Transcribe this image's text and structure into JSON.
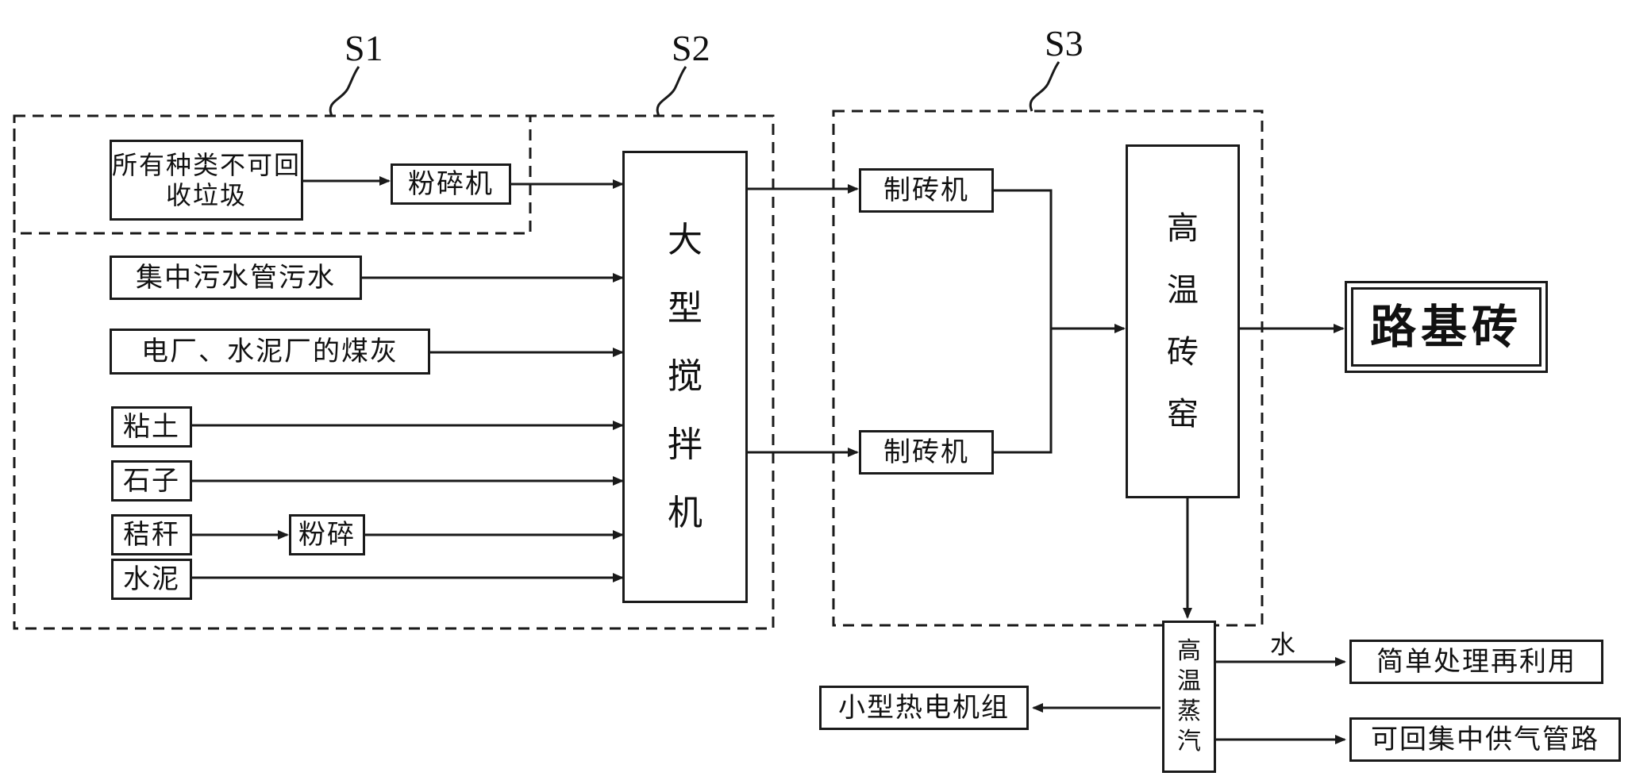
{
  "stages": {
    "s1": "S1",
    "s2": "S2",
    "s3": "S3"
  },
  "inputs": {
    "garbage": "所有种类不可回收垃圾",
    "crusher": "粉碎机",
    "sewage": "集中污水管污水",
    "fly_ash": "电厂、水泥厂的煤灰",
    "clay": "粘土",
    "stones": "石子",
    "straw": "秸秆",
    "straw_crush": "粉碎",
    "cement": "水泥"
  },
  "mixer": "大型搅拌机",
  "brick_machine_1": "制砖机",
  "brick_machine_2": "制砖机",
  "kiln": "高温砖窑",
  "product": "路基砖",
  "steam": "高温蒸汽",
  "water_label": "水",
  "outputs": {
    "reuse": "简单处理再利用",
    "gas_pipe": "可回集中供气管路",
    "power": "小型热电机组"
  },
  "colors": {
    "line": "#1a1a1a",
    "background": "#ffffff"
  }
}
